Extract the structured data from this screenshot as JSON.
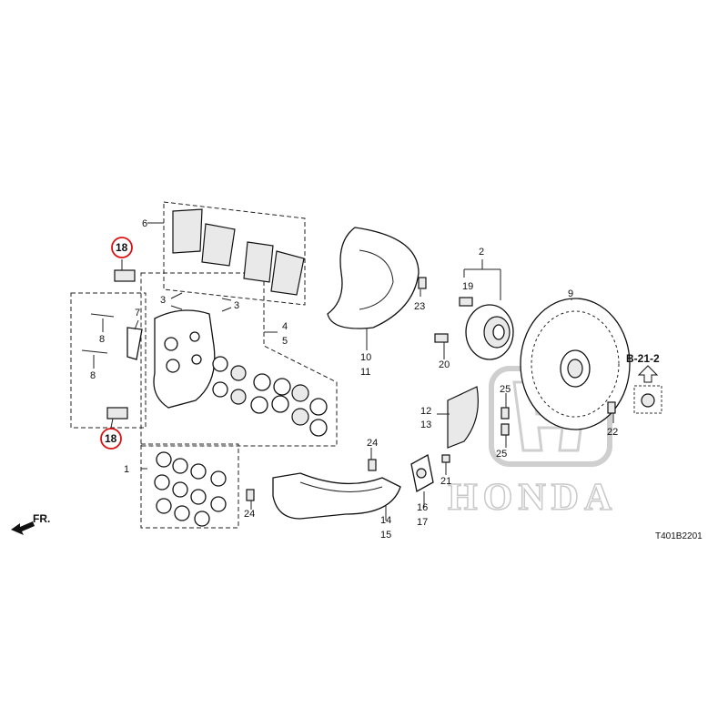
{
  "labels": {
    "c1": "1",
    "c2": "2",
    "c3a": "3",
    "c3b": "3",
    "c4": "4",
    "c5": "5",
    "c6": "6",
    "c7": "7",
    "c8a": "8",
    "c8b": "8",
    "c9": "9",
    "c10": "10",
    "c11": "11",
    "c12": "12",
    "c13": "13",
    "c14": "14",
    "c15": "15",
    "c16": "16",
    "c17": "17",
    "c18a": "18",
    "c18b": "18",
    "c19": "19",
    "c20": "20",
    "c21": "21",
    "c22": "22",
    "c23": "23",
    "c24a": "24",
    "c24b": "24",
    "c25a": "25",
    "c25b": "25"
  },
  "reference": "B-21-2",
  "watermark": "HONDA",
  "direction": "FR.",
  "diagram_code": "T401B2201",
  "colors": {
    "highlight": "#dd1111",
    "watermark": "#c9c9c9",
    "line": "#222222"
  }
}
